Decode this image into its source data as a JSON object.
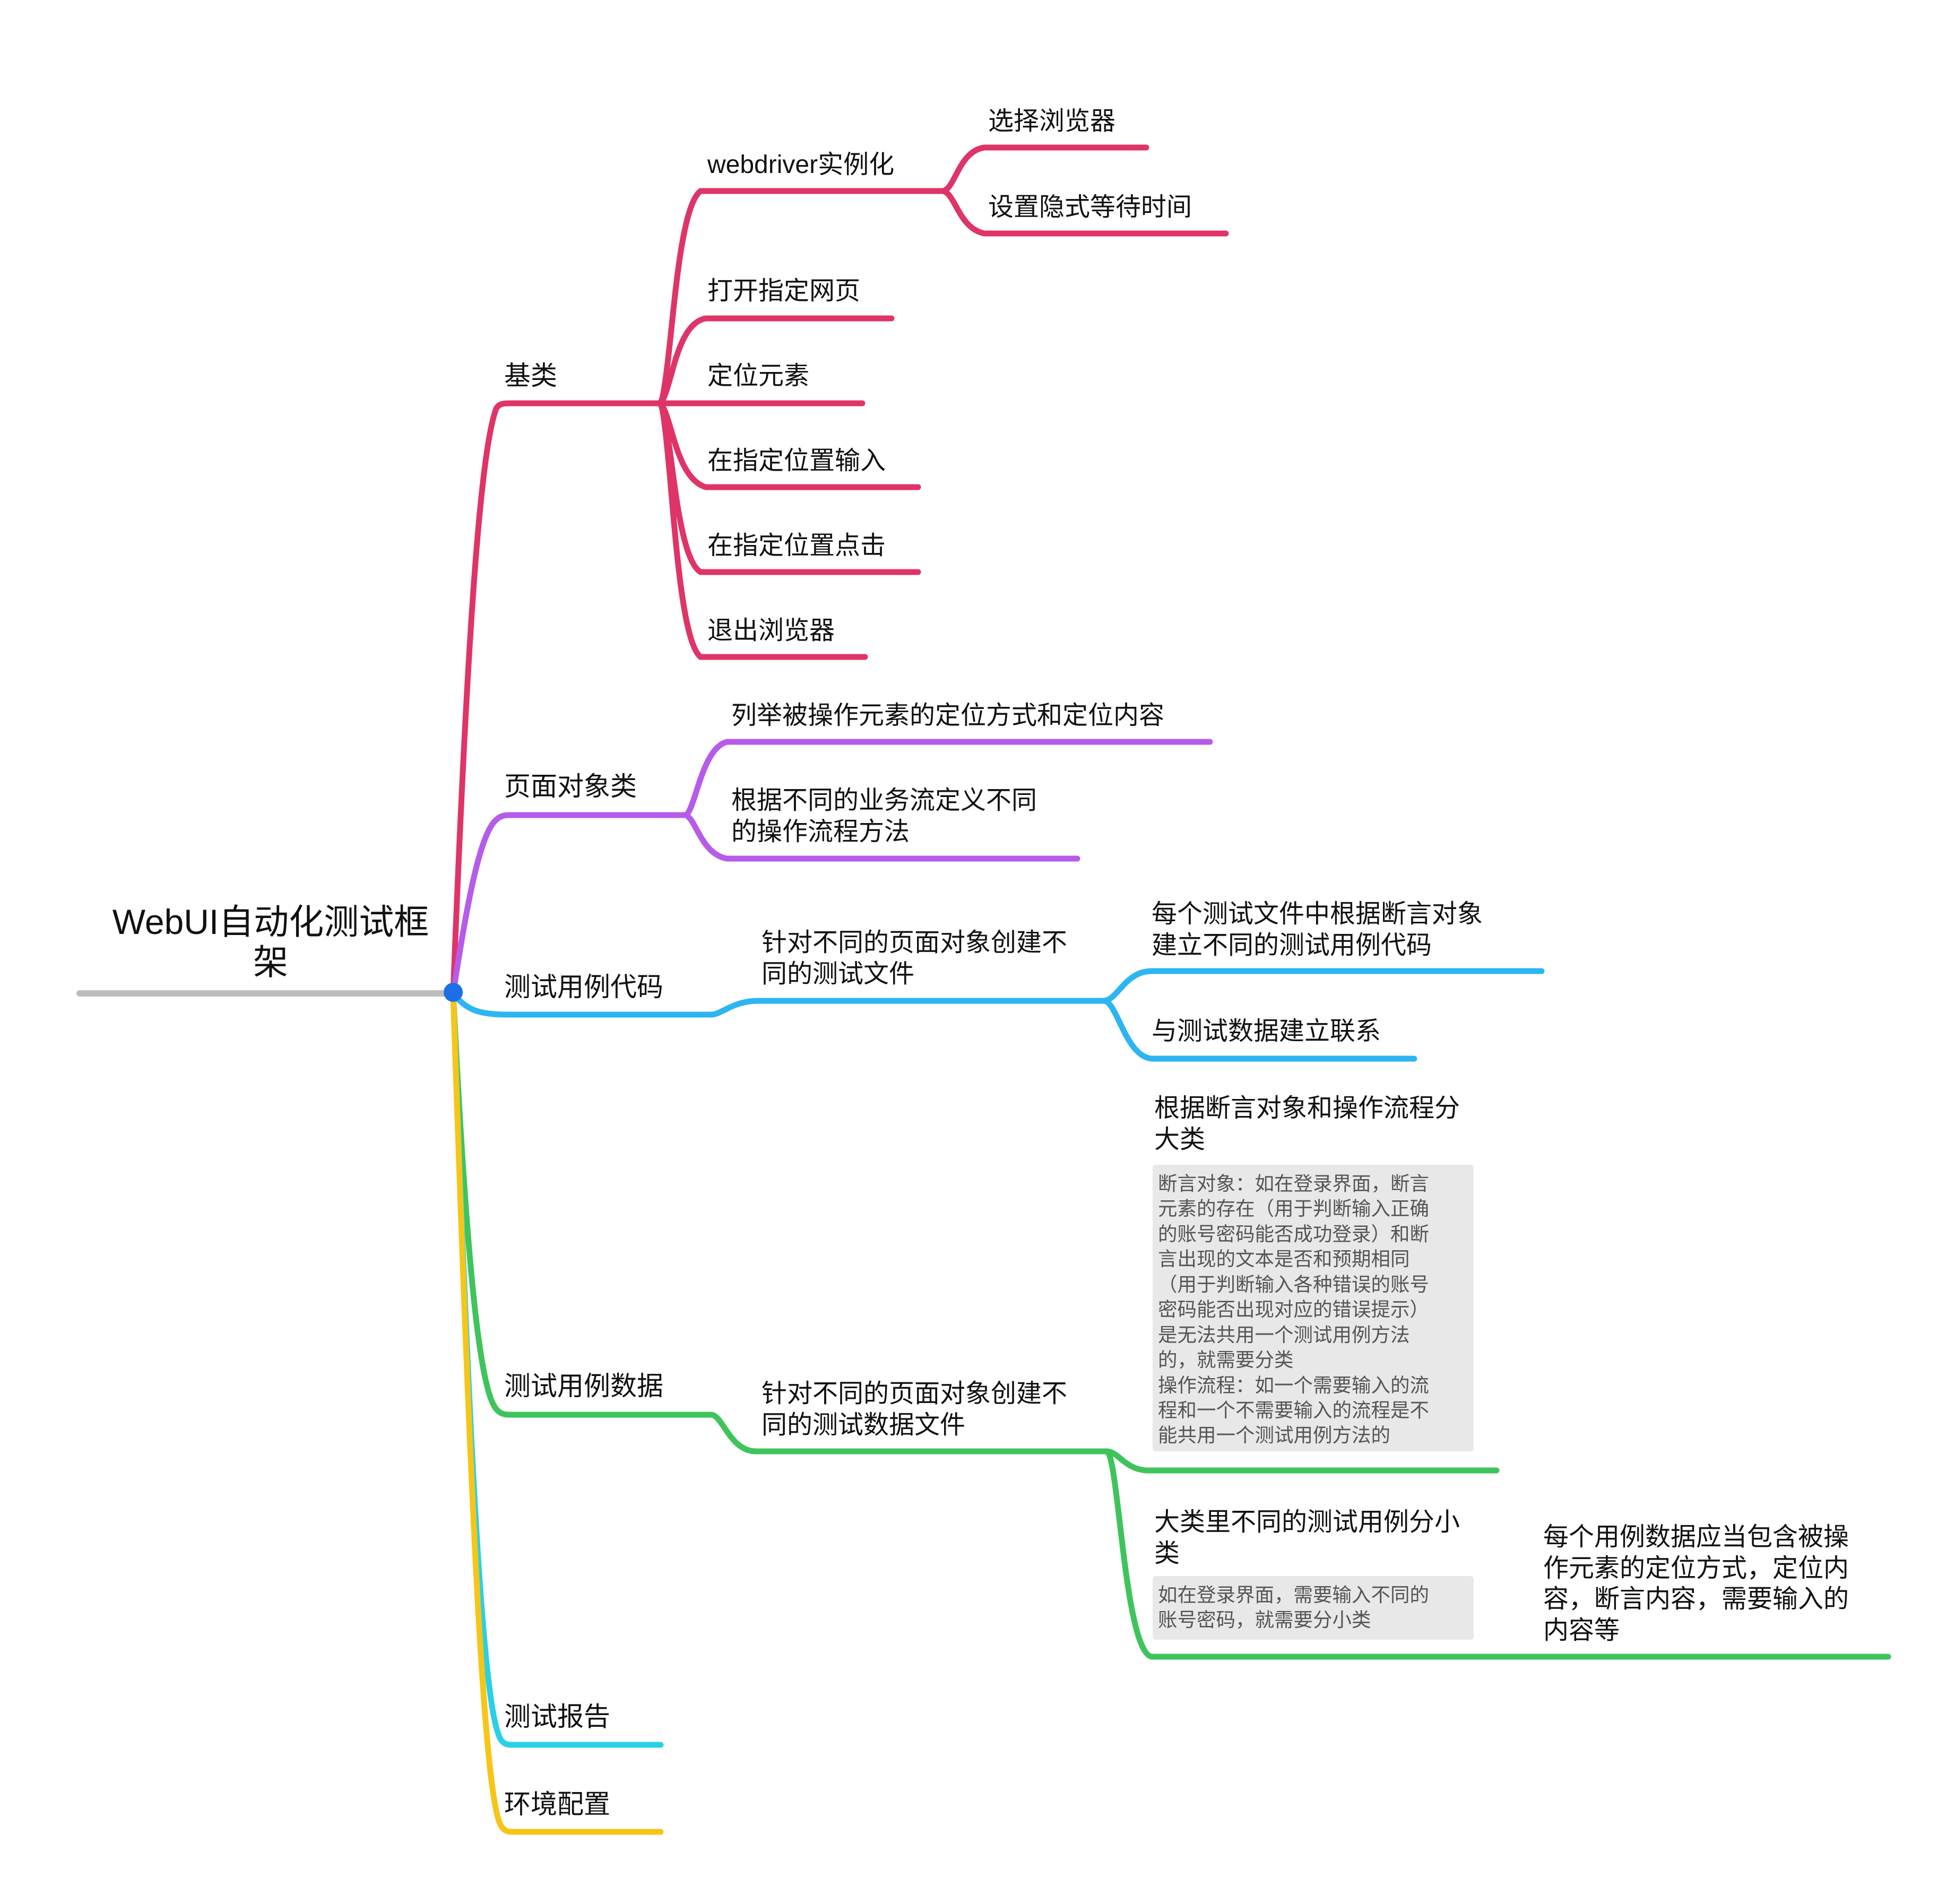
{
  "root": {
    "title": "WebUI自动化测试框\n架"
  },
  "colors": {
    "root_line": "#bdbdbd",
    "root_dot": "#1e6fe6",
    "base_class": "#df3468",
    "page_object": "#b65bea",
    "test_code": "#2db5f2",
    "test_data": "#3fc45c",
    "test_report": "#2ad0e5",
    "env_config": "#f6c517"
  },
  "branches": {
    "base_class": {
      "label": "基类",
      "children": {
        "webdriver": {
          "label": "webdriver实例化",
          "children": [
            "选择浏览器",
            "设置隐式等待时间"
          ]
        },
        "open_page": "打开指定网页",
        "locate": "定位元素",
        "input": "在指定位置输入",
        "click": "在指定位置点击",
        "quit": "退出浏览器"
      }
    },
    "page_object": {
      "label": "页面对象类",
      "children": [
        "列举被操作元素的定位方式和定位内容",
        "根据不同的业务流定义不同\n的操作流程方法"
      ]
    },
    "test_code": {
      "label": "测试用例代码",
      "child": {
        "label": "针对不同的页面对象创建不\n同的测试文件",
        "children": [
          "每个测试文件中根据断言对象\n建立不同的测试用例代码",
          "与测试数据建立联系"
        ]
      }
    },
    "test_data": {
      "label": "测试用例数据",
      "child": {
        "label": "针对不同的页面对象创建不\n同的测试数据文件",
        "children": [
          {
            "label": "根据断言对象和操作流程分\n大类",
            "note": "断言对象：如在登录界面，断言\n元素的存在（用于判断输入正确\n的账号密码能否成功登录）和断\n言出现的文本是否和预期相同\n（用于判断输入各种错误的账号\n密码能否出现对应的错误提示）\n是无法共用一个测试用例方法\n的，就需要分类\n操作流程：如一个需要输入的流\n程和一个不需要输入的流程是不\n能共用一个测试用例方法的"
          },
          {
            "label": "大类里不同的测试用例分小\n类",
            "note": "如在登录界面，需要输入不同的\n账号密码，就需要分小类",
            "child": "每个用例数据应当包含被操\n作元素的定位方式，定位内\n容，断言内容，需要输入的\n内容等"
          }
        ]
      }
    },
    "test_report": {
      "label": "测试报告"
    },
    "env_config": {
      "label": "环境配置"
    }
  }
}
